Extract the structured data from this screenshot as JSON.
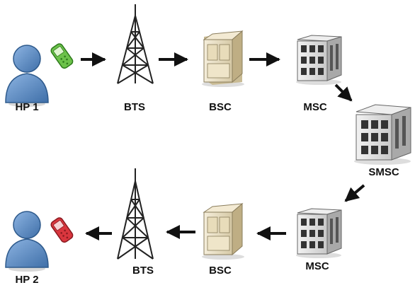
{
  "nodes": {
    "hp1": {
      "label": "HP 1"
    },
    "bts1": {
      "label": "BTS"
    },
    "bsc1": {
      "label": "BSC"
    },
    "msc1": {
      "label": "MSC"
    },
    "smsc": {
      "label": "SMSC"
    },
    "msc2": {
      "label": "MSC"
    },
    "bsc2": {
      "label": "BSC"
    },
    "bts2": {
      "label": "BTS"
    },
    "hp2": {
      "label": "HP 2"
    }
  },
  "colors": {
    "person": "#5b8ec9",
    "phone_sender": "#6cc24a",
    "phone_receiver": "#d9363e",
    "tower": "#222222",
    "bsc_body": "#ebe0c4",
    "building": "#d9d9d9",
    "arrow": "#111111"
  },
  "icons": {
    "hp1": "person-icon",
    "hp2": "person-icon",
    "phone_sender": "green-mobile-phone-icon",
    "phone_receiver": "red-mobile-phone-icon",
    "bts": "radio-tower-icon",
    "bsc": "server-cabinet-icon",
    "msc": "building-icon",
    "smsc": "building-icon"
  }
}
